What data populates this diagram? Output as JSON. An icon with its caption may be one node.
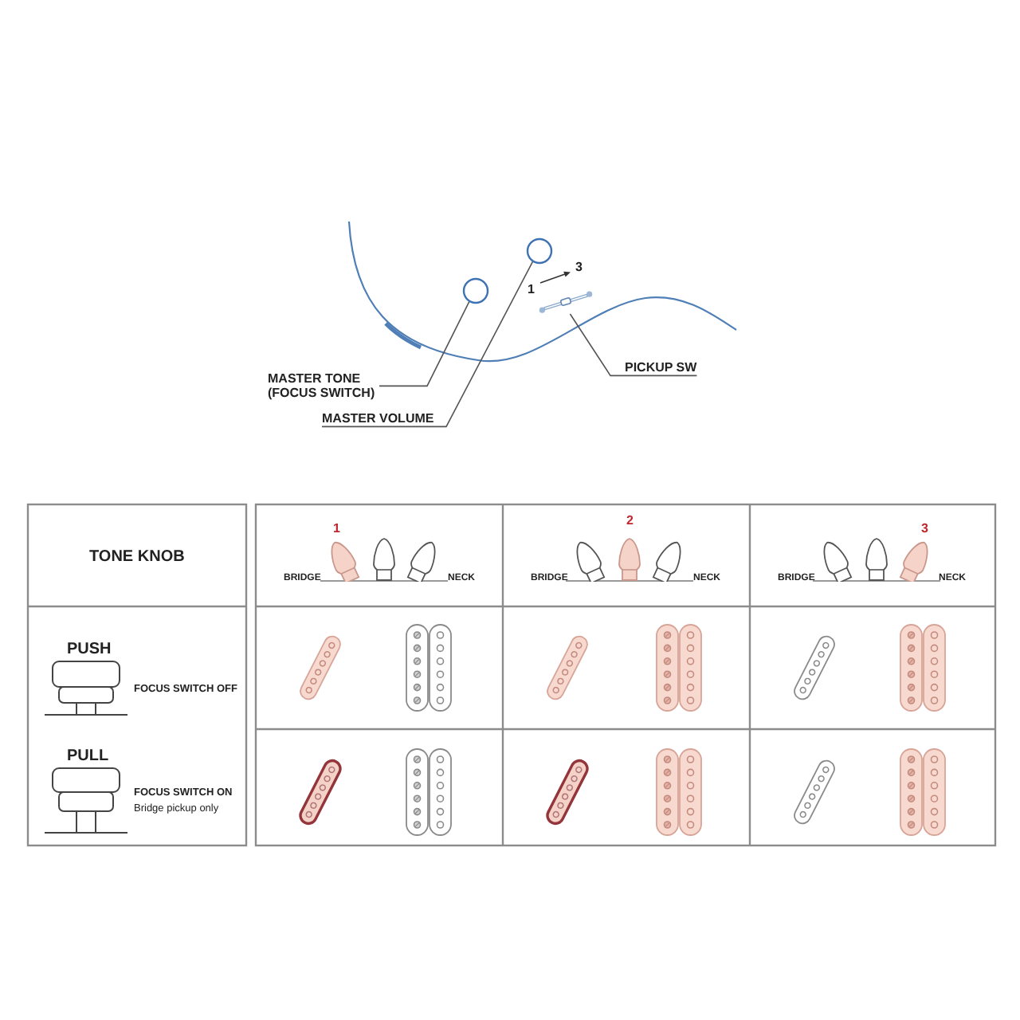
{
  "diagram": {
    "nodes": [
      {
        "text": [
          "MASTER TONE (FOCUS SWITCH)"
        ]
      },
      {
        "text": [],
        "shape": "circle"
      },
      {
        "text": [
          "MASTER VOLUME"
        ]
      },
      {
        "text": [],
        "shape": "circle"
      },
      {
        "text": [
          "PICKUP SW"
        ]
      },
      {
        "text": [],
        "shape": "picture"
      }
    ],
    "edges": [
      {
        "from": 0,
        "to": 1,
        "arrow": "none"
      },
      {
        "from": 2,
        "to": 3,
        "arrow": "none"
      },
      {
        "from": 4,
        "to": 5,
        "arrow": "none"
      }
    ],
    "labels": [
      "1",
      "3",
      "TONE KNOB",
      "1",
      "BRIDGE",
      "NECK",
      "2",
      "BRIDGE",
      "NECK",
      "3",
      "BRIDGE",
      "NECK",
      "PUSH",
      "FOCUS SWITCH OFF",
      "PULL",
      "FOCUS SWITCH ON",
      "Bridge pickup only"
    ]
  }
}
